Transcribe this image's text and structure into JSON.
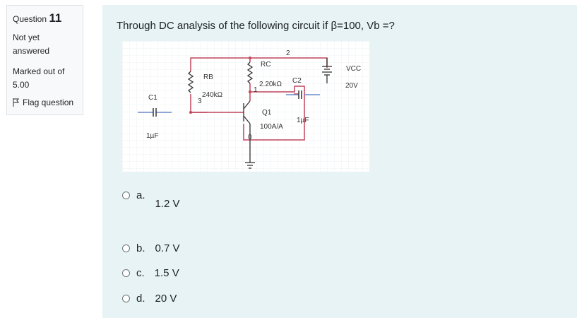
{
  "info": {
    "question_label": "Question",
    "question_number": "11",
    "state": "Not yet answered",
    "marked_out_of": "Marked out of",
    "grade": "5.00",
    "flag_label": "Flag question"
  },
  "question": {
    "text": "Through DC analysis of the following circuit if β=100, Vb =?"
  },
  "circuit": {
    "rc_label": "RC",
    "rc_value": "2.20kΩ",
    "rb_label": "RB",
    "rb_value": "240kΩ",
    "c1_label": "C1",
    "c1_value": "1µF",
    "c2_label": "C2",
    "c2_value": "1µF",
    "q1_label": "Q1",
    "q1_value": "100A/A",
    "vcc_label": "VCC",
    "vcc_value": "20V",
    "node_2": "2",
    "node_1": "1",
    "node_3": "3",
    "node_0": "0"
  },
  "options": [
    {
      "letter": "a.",
      "value": "1.2 V"
    },
    {
      "letter": "b.",
      "value": "0.7 V"
    },
    {
      "letter": "c.",
      "value": "1.5 V"
    },
    {
      "letter": "d.",
      "value": "20 V"
    }
  ]
}
